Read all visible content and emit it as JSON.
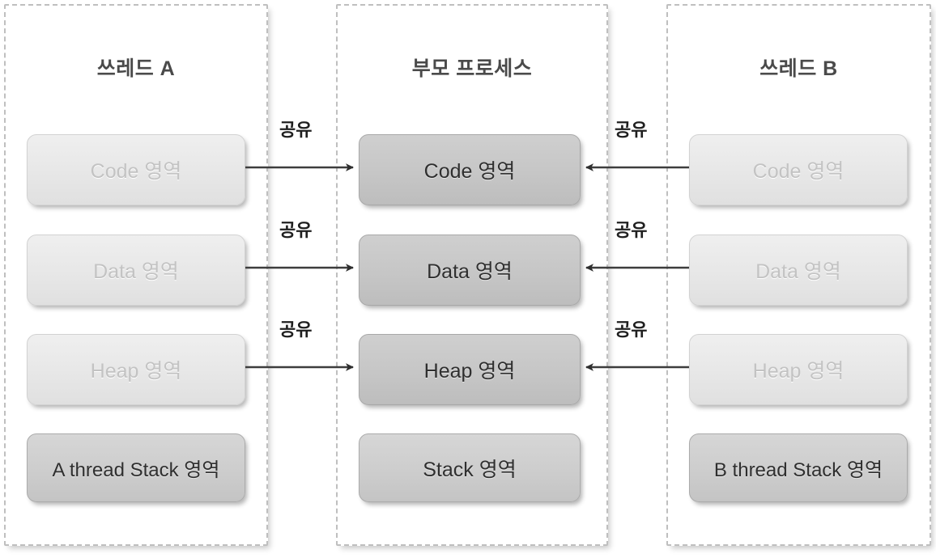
{
  "diagram": {
    "title_hidden": "",
    "colors": {
      "panel_border": "#bfbfbf",
      "box_light_bg": "#e7e7e7",
      "box_light_text": "#c3c3c3",
      "box_dark_bg": "#c6c6c6",
      "box_dark_text": "#2f2f2f",
      "arrow": "#3a3a3a",
      "title_text": "#4a4a4a",
      "background": "#ffffff"
    },
    "panels": [
      {
        "id": "thread-a",
        "title": "쓰레드 A",
        "boxes": [
          {
            "label": "Code 영역",
            "style": "light"
          },
          {
            "label": "Data 영역",
            "style": "light"
          },
          {
            "label": "Heap 영역",
            "style": "light"
          },
          {
            "label": "A thread Stack 영역",
            "style": "mid"
          }
        ]
      },
      {
        "id": "parent-process",
        "title": "부모 프로세스",
        "boxes": [
          {
            "label": "Code 영역",
            "style": "dark"
          },
          {
            "label": "Data 영역",
            "style": "dark"
          },
          {
            "label": "Heap 영역",
            "style": "dark"
          },
          {
            "label": "Stack 영역",
            "style": "mid"
          }
        ]
      },
      {
        "id": "thread-b",
        "title": "쓰레드 B",
        "boxes": [
          {
            "label": "Code 영역",
            "style": "light"
          },
          {
            "label": "Data 영역",
            "style": "light"
          },
          {
            "label": "Heap 영역",
            "style": "light"
          },
          {
            "label": "B thread Stack 영역",
            "style": "mid"
          }
        ]
      }
    ],
    "connectors": {
      "left": [
        {
          "label": "공유",
          "row": "code",
          "direction": "right"
        },
        {
          "label": "공유",
          "row": "data",
          "direction": "right"
        },
        {
          "label": "공유",
          "row": "heap",
          "direction": "right"
        }
      ],
      "right": [
        {
          "label": "공유",
          "row": "code",
          "direction": "left"
        },
        {
          "label": "공유",
          "row": "data",
          "direction": "left"
        },
        {
          "label": "공유",
          "row": "heap",
          "direction": "left"
        }
      ]
    }
  }
}
